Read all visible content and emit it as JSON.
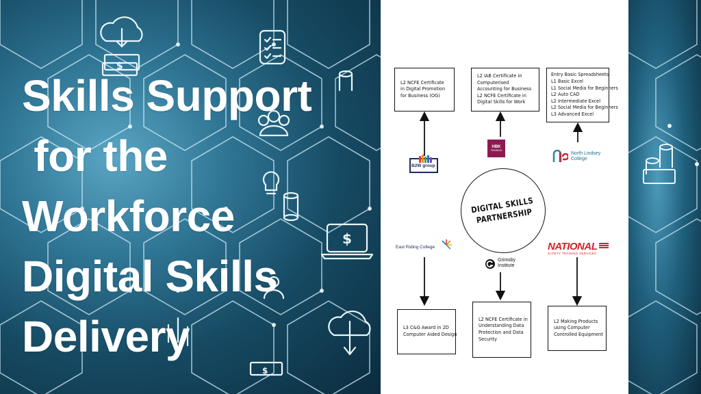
{
  "title": {
    "lines": [
      "Skills Support",
      " for the",
      "Workforce",
      "Digital Skills",
      "Delivery"
    ]
  },
  "center": {
    "line1": "DIGITAL SKILLS",
    "line2": "PARTNERSHIP"
  },
  "boxes": {
    "top_left": [
      "L2 NCFE Certificate",
      "in Digital Promotion",
      "for Business (OG)"
    ],
    "top_middle": [
      "L2 IAB Certificate in",
      "Computerised",
      "Accounting for Business",
      "L2 NCFE Certificate in",
      "Digital Skills for Work"
    ],
    "top_right": [
      "Entry Basic Spreadsheets",
      "L1 Basic Excel",
      "L1 Social Media for Beginners",
      "L2 Auto CAD",
      "L2 Intermediate Excel",
      "L2 Social Media for Beginners",
      "L3 Advanced Excel"
    ],
    "bottom_left": [
      "L3 C&G Award in 2D",
      "Computer Aided Design"
    ],
    "bottom_middle": [
      "L2 NCFE Certificate in",
      "Understanding Data",
      "Protection and Data",
      "Security"
    ],
    "bottom_right": [
      "L2 Making Products",
      "using Computer",
      "Controlled Equipment"
    ]
  },
  "logos": {
    "b2w": "B2W group",
    "hbk": [
      "HBK",
      "TRAINING"
    ],
    "north_lindsey": [
      "North Lindsey",
      "College"
    ],
    "east_riding": "East Riding College",
    "grimsby": [
      "Grimsby",
      "Institute"
    ],
    "national": "NATIONAL",
    "national_sub": "SAFETY TRAINING SERVICES"
  },
  "colors": {
    "navy": "#1b2a5a",
    "magenta": "#8c1a52",
    "teal": "#1f8a9e",
    "red": "#d6202a",
    "background": "#0e3a4e"
  },
  "icons": [
    "cloud-download-icon",
    "checklist-icon",
    "money-icon",
    "users-icon",
    "lightbulb-icon",
    "coins-icon",
    "laptop-dollar-icon",
    "cloud-upload-icon"
  ]
}
